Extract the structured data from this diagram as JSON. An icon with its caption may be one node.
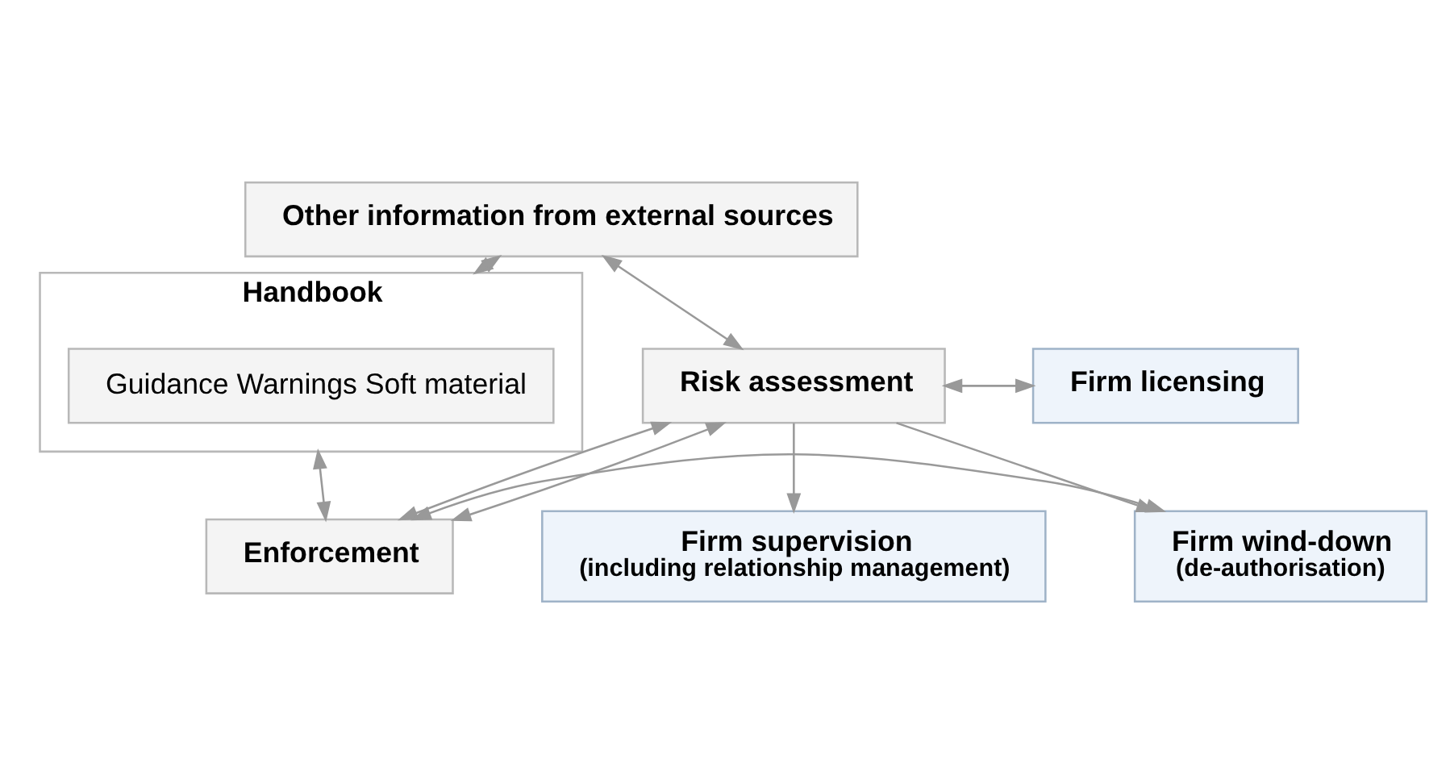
{
  "diagram": {
    "nodes": [
      {
        "text": [
          "Other information from external sources"
        ]
      },
      {
        "text": [
          "Handbook"
        ]
      },
      {
        "text": [
          "Guidance Warnings Soft material"
        ],
        "in": 1
      },
      {
        "text": [
          "Firm licensing"
        ]
      },
      {
        "text": [
          "Risk assessment"
        ]
      },
      {
        "text": [
          "Firm supervision",
          "(including relationship management)"
        ]
      },
      {
        "text": [
          "Enforcement"
        ]
      },
      {
        "text": [
          "Firm wind-down",
          "(de-authorisation)"
        ]
      }
    ],
    "edges": [
      {
        "from": 1,
        "to": 0,
        "arrow": "both"
      },
      {
        "from": 0,
        "to": 4,
        "arrow": "both"
      },
      {
        "from": 4,
        "to": 3,
        "arrow": "both"
      },
      {
        "from": 4,
        "to": 6,
        "arrow": "both"
      },
      {
        "from": 4,
        "to": 6,
        "arrow": "both"
      },
      {
        "from": 4,
        "to": 5,
        "arrow": "to"
      },
      {
        "from": 4,
        "to": 7,
        "arrow": "to"
      },
      {
        "from": 1,
        "to": 6,
        "arrow": "both"
      },
      {
        "from": 6,
        "to": 7,
        "arrow": "both"
      }
    ]
  }
}
